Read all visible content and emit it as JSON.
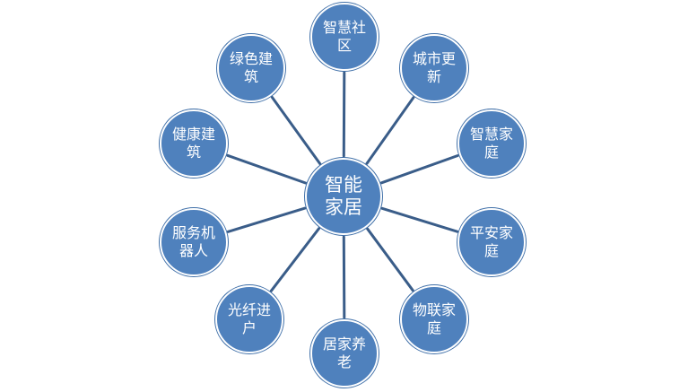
{
  "diagram": {
    "colors": {
      "node_fill": "#4f81bd",
      "connector": "#3a5d89",
      "text": "#ffffff"
    },
    "hub": {
      "id": "hub",
      "label": "智能\n家居"
    },
    "nodes": [
      {
        "id": "zhihui-shequ",
        "label": "智慧社\n区"
      },
      {
        "id": "chengshi-gengxin",
        "label": "城市更\n新"
      },
      {
        "id": "zhihui-jiating",
        "label": "智慧家\n庭"
      },
      {
        "id": "pingan-jiating",
        "label": "平安家\n庭"
      },
      {
        "id": "wulian-jiating",
        "label": "物联家\n庭"
      },
      {
        "id": "jujia-yanglao",
        "label": "居家养\n老"
      },
      {
        "id": "guangxian-jinhu",
        "label": "光纤进\n户"
      },
      {
        "id": "fuwu-jiqiren",
        "label": "服务机\n器人"
      },
      {
        "id": "jiankang-jianzhu",
        "label": "健康建\n筑"
      },
      {
        "id": "lvse-jianzhu",
        "label": "绿色建\n筑"
      }
    ]
  }
}
